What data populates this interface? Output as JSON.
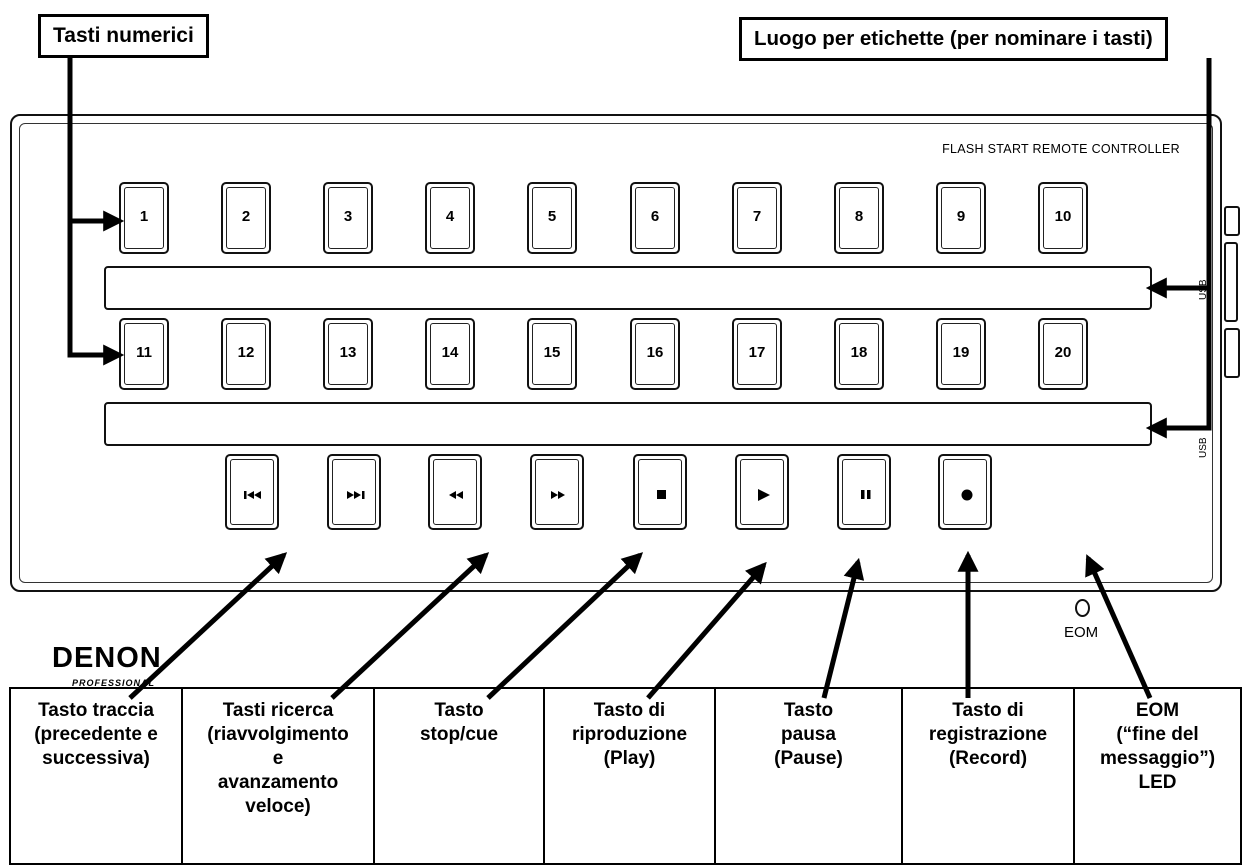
{
  "callouts": {
    "number_keys": "Tasti numerici",
    "label_place": "Luogo per etichette (per nominare i tasti)"
  },
  "device": {
    "model_text": "FLASH START REMOTE CONTROLLER",
    "brand": "DENON",
    "brand_sub": "PROFESSIONAL",
    "port_labels": [
      "USB",
      "USB"
    ],
    "eom_label": "EOM"
  },
  "number_keys_row1": [
    "1",
    "2",
    "3",
    "4",
    "5",
    "6",
    "7",
    "8",
    "9",
    "10"
  ],
  "number_keys_row2": [
    "11",
    "12",
    "13",
    "14",
    "15",
    "16",
    "17",
    "18",
    "19",
    "20"
  ],
  "transport_keys": [
    {
      "icon": "skip-previous-icon"
    },
    {
      "icon": "skip-next-icon"
    },
    {
      "icon": "rewind-icon"
    },
    {
      "icon": "fast-forward-icon"
    },
    {
      "icon": "stop-icon"
    },
    {
      "icon": "play-icon"
    },
    {
      "icon": "pause-icon"
    },
    {
      "icon": "record-icon"
    }
  ],
  "labels": [
    "Tasto traccia\n(precedente e\nsuccessiva)",
    "Tasti ricerca\n(riavvolgimento\ne\navanzamento\nveloce)",
    "Tasto\nstop/cue",
    "Tasto di\nriproduzione\n(Play)",
    "Tasto\npausa\n(Pause)",
    "Tasto di\nregistrazione\n(Record)",
    "EOM\n(“fine del\nmessaggio”)\nLED"
  ]
}
